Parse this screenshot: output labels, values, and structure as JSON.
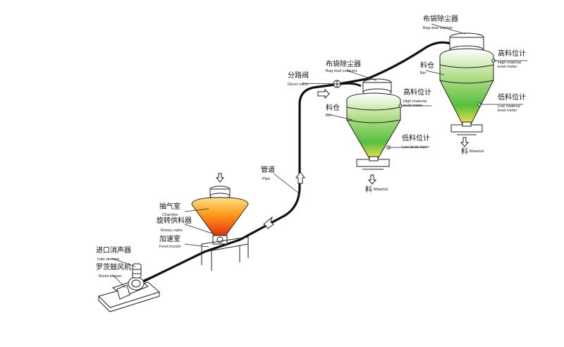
{
  "labels": {
    "bag_dust_catcher_2_zh": "布袋除尘器",
    "bag_dust_catcher_2_en": "Bag dust catcher",
    "high_level_2_zh": "高料位计",
    "high_level_2_en_1": "High material",
    "high_level_2_en_2": "level meter",
    "bin_2_zh": "料仓",
    "bin_2_en": "Bin",
    "low_level_2_zh": "低料位计",
    "low_level_2_en_1": "Low material",
    "low_level_2_en_2": "level meter",
    "material_2_zh": "料",
    "material_2_en": "Material",
    "divert_valve_zh": "分路阀",
    "divert_valve_en": "Divert valve",
    "bag_dust_catcher_1_zh": "布袋除尘器",
    "bag_dust_catcher_1_en": "Bag dust collector",
    "high_level_1_zh": "高料位计",
    "high_level_1_en_1": "High material",
    "high_level_1_en_2": "level meter",
    "bin_1_zh": "料仓",
    "bin_1_en": "Bin",
    "low_level_1_zh": "低料位计",
    "low_level_1_en": "Low level meter",
    "material_1_zh": "料",
    "material_1_en": "Material",
    "pipe_zh": "管道",
    "pipe_en": "Pipe",
    "chamber_zh": "抽气室",
    "chamber_en": "Chamber",
    "rotary_valve_zh": "旋转供料器",
    "rotary_valve_en": "Rotary valve",
    "feed_nozzle_zh": "加速室",
    "feed_nozzle_en": "Feed nozzle",
    "inlet_silencer_zh": "进口消声器",
    "inlet_silencer_en": "Inlet silencer",
    "roots_blower_zh": "罗茨鼓风机",
    "roots_blower_en": "Roots blower"
  },
  "colors": {
    "bin_top": "#ffffff",
    "bin_mid": "#b7df8f",
    "bin_low": "#57bf3e",
    "bin_tip": "#f3e24a",
    "hopper_top": "#ffe08a",
    "hopper_mid": "#ff9a1a",
    "hopper_tip": "#e1330c",
    "pipe": "#111111"
  }
}
